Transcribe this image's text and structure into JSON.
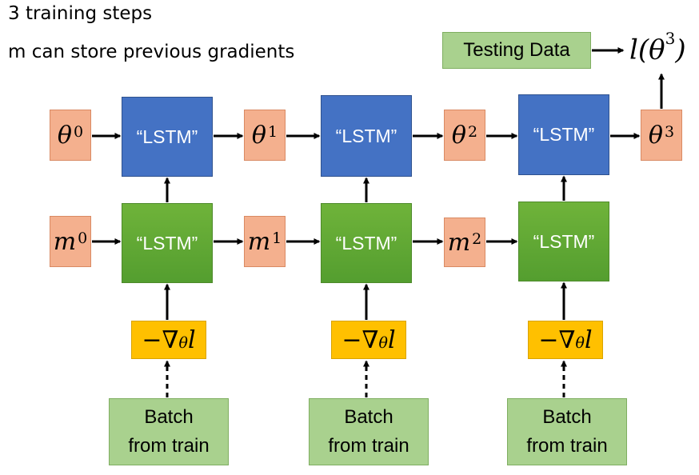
{
  "notes": {
    "line1": "3 training steps",
    "line2": "m can store previous gradients"
  },
  "testing_data_label": "Testing Data",
  "loss": {
    "fn": "l",
    "param": "θ",
    "sup": "3"
  },
  "theta": [
    {
      "sym": "θ",
      "sup": "0"
    },
    {
      "sym": "θ",
      "sup": "1"
    },
    {
      "sym": "θ",
      "sup": "2"
    },
    {
      "sym": "θ",
      "sup": "3"
    }
  ],
  "m": [
    {
      "sym": "m",
      "sup": "0"
    },
    {
      "sym": "m",
      "sup": "1"
    },
    {
      "sym": "m",
      "sup": "2"
    }
  ],
  "lstm_label": "“LSTM”",
  "gradient": {
    "prefix": "−∇",
    "sub": "θ",
    "var": "l"
  },
  "batch": {
    "line1": "Batch",
    "line2": "from train"
  },
  "colors": {
    "param_box": "#f4b08e",
    "lstm_top": "#4472c4",
    "lstm_bottom": "#549e2f",
    "gradient_box": "#ffc000",
    "data_box": "#a9d18e"
  }
}
